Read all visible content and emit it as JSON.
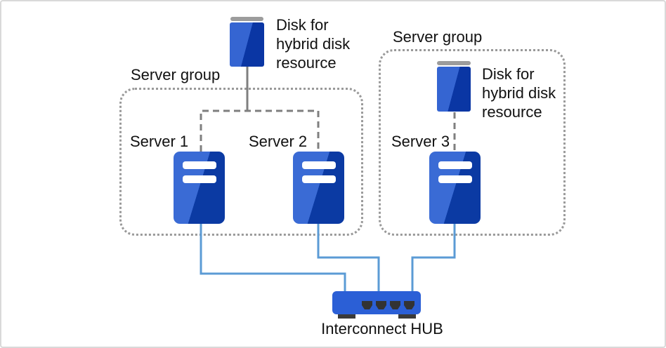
{
  "groups": [
    {
      "label": "Server group"
    },
    {
      "label": "Server group"
    }
  ],
  "disks": [
    {
      "label": "Disk for\nhybrid disk\nresource"
    },
    {
      "label": "Disk for\nhybrid disk\nresource"
    }
  ],
  "servers": [
    {
      "label": "Server 1"
    },
    {
      "label": "Server 2"
    },
    {
      "label": "Server 3"
    }
  ],
  "hub": {
    "label": "Interconnect HUB"
  },
  "colors": {
    "server_light": "#3A6BD5",
    "server_dark": "#0B3AA3",
    "disk_light": "#3565D2",
    "disk_dark": "#0A36A4",
    "disk_cap": "#9C9C9C",
    "hub_body": "#2B5FD6",
    "hub_port": "#333333",
    "hub_foot": "#3A3A3A",
    "line_blue": "#5B9BD5",
    "line_gray": "#7F7F7F",
    "group_border": "#999999",
    "text": "#111111"
  }
}
